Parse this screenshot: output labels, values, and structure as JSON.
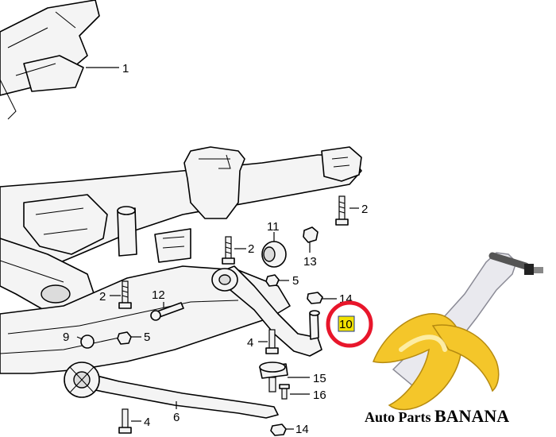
{
  "callouts": [
    {
      "id": "c1",
      "label": "1"
    },
    {
      "id": "c2a",
      "label": "2"
    },
    {
      "id": "c2b",
      "label": "2"
    },
    {
      "id": "c2c",
      "label": "2"
    },
    {
      "id": "c11",
      "label": "11"
    },
    {
      "id": "c13",
      "label": "13"
    },
    {
      "id": "c5a",
      "label": "5"
    },
    {
      "id": "c14a",
      "label": "14"
    },
    {
      "id": "c12",
      "label": "12"
    },
    {
      "id": "c9",
      "label": "9"
    },
    {
      "id": "c5b",
      "label": "5"
    },
    {
      "id": "c4a",
      "label": "4"
    },
    {
      "id": "c15",
      "label": "15"
    },
    {
      "id": "c16",
      "label": "16"
    },
    {
      "id": "c4b",
      "label": "4"
    },
    {
      "id": "c6",
      "label": "6"
    },
    {
      "id": "c14b",
      "label": "14"
    }
  ],
  "highlight": {
    "label": "10",
    "box_color": "#f2e200",
    "ring_color": "#e8162b"
  },
  "brand": {
    "line1": "Auto Parts ",
    "line2": "BANANA",
    "banana_color": "#f4c62a"
  }
}
